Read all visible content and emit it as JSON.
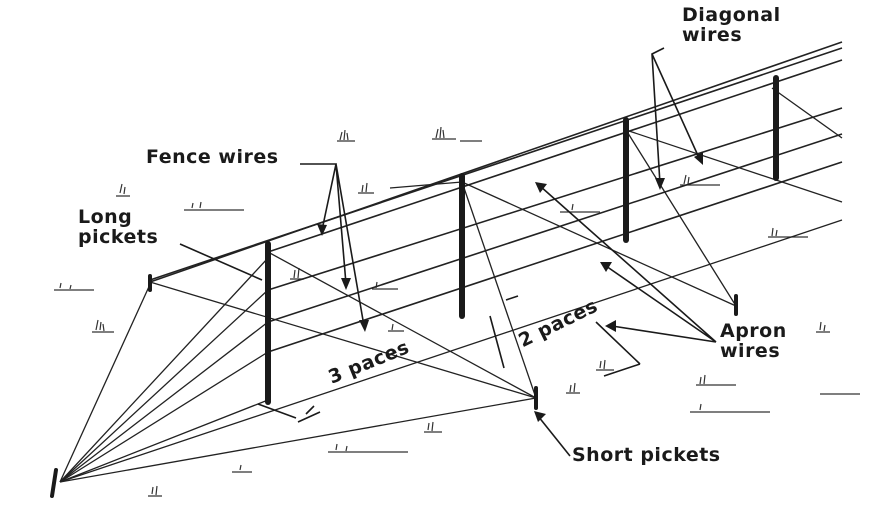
{
  "labels": {
    "diagonal_wires": [
      "Diagonal",
      "wires"
    ],
    "fence_wires": "Fence wires",
    "long_pickets": [
      "Long",
      "pickets"
    ],
    "apron_wires": [
      "Apron",
      "wires"
    ],
    "short_pickets": "Short pickets",
    "three_paces": "3 paces",
    "two_paces": "2 paces"
  },
  "colors": {
    "ink": "#1a1a1a"
  }
}
